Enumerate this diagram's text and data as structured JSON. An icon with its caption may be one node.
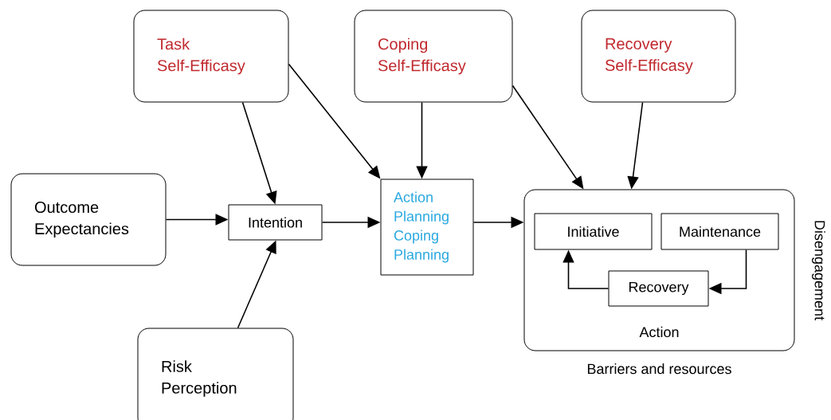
{
  "diagram": {
    "nodes": [
      {
        "text": [
          "Task Self-Efficasy"
        ]
      },
      {
        "text": [
          "Coping Self-Efficasy"
        ]
      },
      {
        "text": [
          "Recovery Self-Efficasy"
        ]
      },
      {
        "text": [
          "Outcome Expectancies"
        ]
      },
      {
        "text": [
          "Intention"
        ]
      },
      {
        "text": [
          "Action Planning",
          "Coping Planning"
        ]
      },
      {
        "text": [
          "Action"
        ],
        "beside": [
          "Barriers and resources",
          "Disengagement"
        ]
      },
      {
        "text": [
          "Initiative"
        ],
        "in": 6
      },
      {
        "text": [
          "Maintenance"
        ],
        "in": 6
      },
      {
        "text": [
          "Recovery"
        ],
        "in": 6
      },
      {
        "text": [
          "Risk Perception"
        ]
      }
    ],
    "edges": [
      {
        "from": 0,
        "to": 4,
        "arrow": "to"
      },
      {
        "from": 0,
        "to": 5,
        "arrow": "to"
      },
      {
        "from": 1,
        "to": 5,
        "arrow": "to"
      },
      {
        "from": 1,
        "to": 6,
        "arrow": "to"
      },
      {
        "from": 2,
        "to": 6,
        "arrow": "to"
      },
      {
        "from": 3,
        "to": 4,
        "arrow": "to"
      },
      {
        "from": 4,
        "to": 5,
        "arrow": "to"
      },
      {
        "from": 10,
        "to": 4,
        "arrow": "to"
      },
      {
        "from": 5,
        "to": 6,
        "arrow": "to"
      },
      {
        "from": 8,
        "to": 9,
        "arrow": "to"
      },
      {
        "from": 9,
        "to": 7,
        "arrow": "to"
      }
    ]
  }
}
